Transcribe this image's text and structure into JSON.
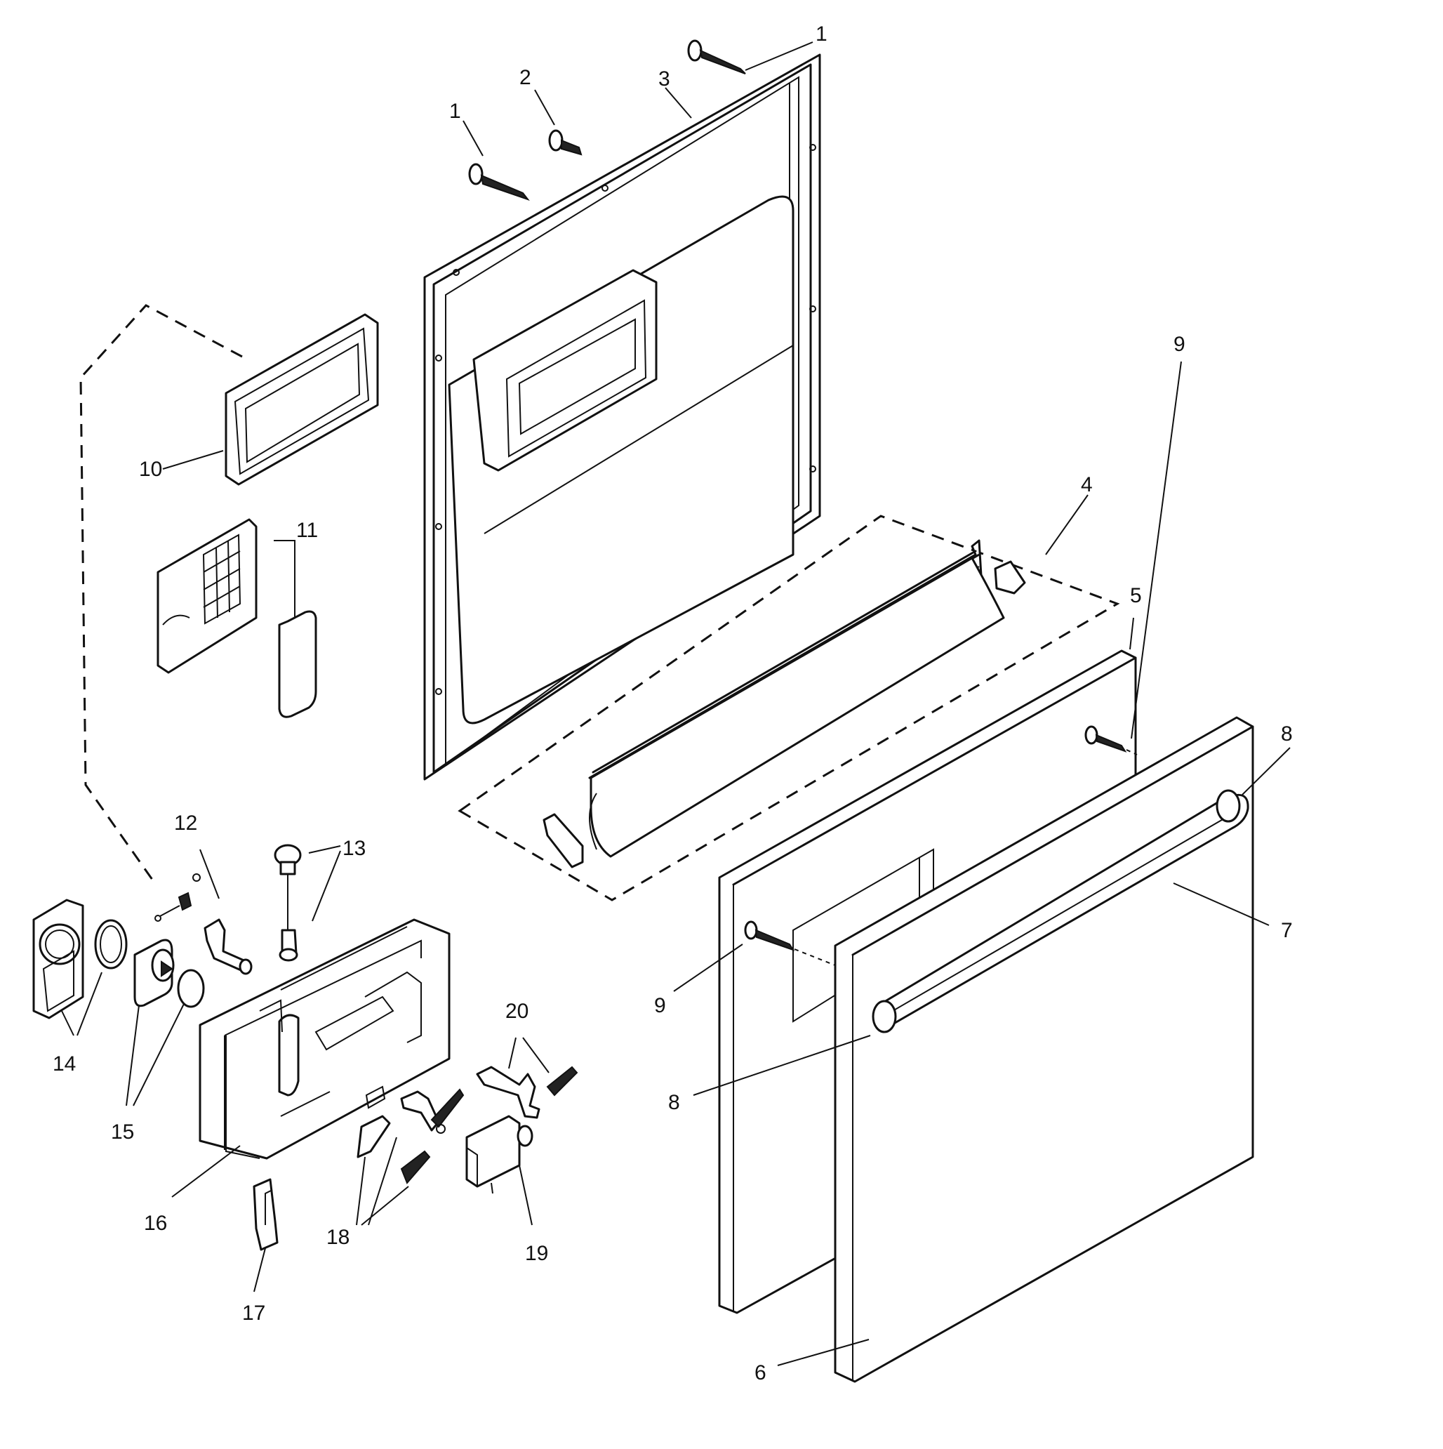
{
  "callouts": [
    {
      "id": "c1a",
      "text": "1"
    },
    {
      "id": "c1b",
      "text": "1"
    },
    {
      "id": "c2",
      "text": "2"
    },
    {
      "id": "c3",
      "text": "3"
    },
    {
      "id": "c4",
      "text": "4"
    },
    {
      "id": "c5",
      "text": "5"
    },
    {
      "id": "c6",
      "text": "6"
    },
    {
      "id": "c7",
      "text": "7"
    },
    {
      "id": "c8a",
      "text": "8"
    },
    {
      "id": "c8b",
      "text": "8"
    },
    {
      "id": "c9a",
      "text": "9"
    },
    {
      "id": "c9b",
      "text": "9"
    },
    {
      "id": "c10",
      "text": "10"
    },
    {
      "id": "c11",
      "text": "11"
    },
    {
      "id": "c12",
      "text": "12"
    },
    {
      "id": "c13",
      "text": "13"
    },
    {
      "id": "c14",
      "text": "14"
    },
    {
      "id": "c15",
      "text": "15"
    },
    {
      "id": "c16",
      "text": "16"
    },
    {
      "id": "c17",
      "text": "17"
    },
    {
      "id": "c18",
      "text": "18"
    },
    {
      "id": "c19",
      "text": "19"
    },
    {
      "id": "c20",
      "text": "20"
    }
  ]
}
